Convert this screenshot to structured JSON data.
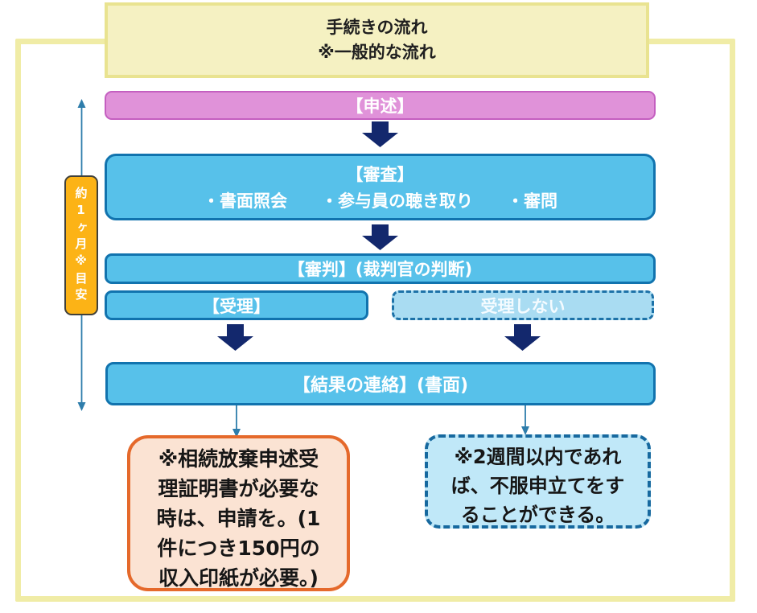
{
  "banner": {
    "title": "手続きの流れ\n※一般的な流れ"
  },
  "flow": {
    "petition": {
      "label": "【申述】"
    },
    "examination": {
      "title": "【審査】",
      "items": "・書面照会　　・参与員の聴き取り　　・審問"
    },
    "adjudication": {
      "label": "【審判】(裁判官の判断)"
    },
    "accepted": {
      "label": "【受理】"
    },
    "not_accepted": {
      "label": "受理しない"
    },
    "result": {
      "label": "【結果の連絡】(書面)"
    }
  },
  "duration": {
    "label": "約1ヶ月※目安"
  },
  "notes": {
    "certificate": {
      "text": "※相続放棄申述受\n理証明書が必要な\n時は、申請を。(1\n件につき150円の\n収入印紙が必要。)"
    },
    "appeal": {
      "text": "※2週間以内であれ\nば、不服申立てをす\nることができる。"
    }
  },
  "colors": {
    "frame_border": "#f0eca6",
    "banner_bg": "#f5f1c2",
    "banner_border": "#e9e390",
    "petition_bg": "#e092d9",
    "petition_border": "#c45fc0",
    "blue_bg": "#57c1ea",
    "blue_border": "#1173ae",
    "not_accepted_bg": "#a9dcf2",
    "dashed_blue_border": "#1d72a8",
    "arrow_navy": "#13286d",
    "connector_blue": "#2e7dab",
    "duration_bg": "#fcb316",
    "certificate_border": "#e5692b",
    "certificate_bg": "#fbe3d3",
    "appeal_border": "#17699f",
    "appeal_bg": "#c0e8f8"
  }
}
